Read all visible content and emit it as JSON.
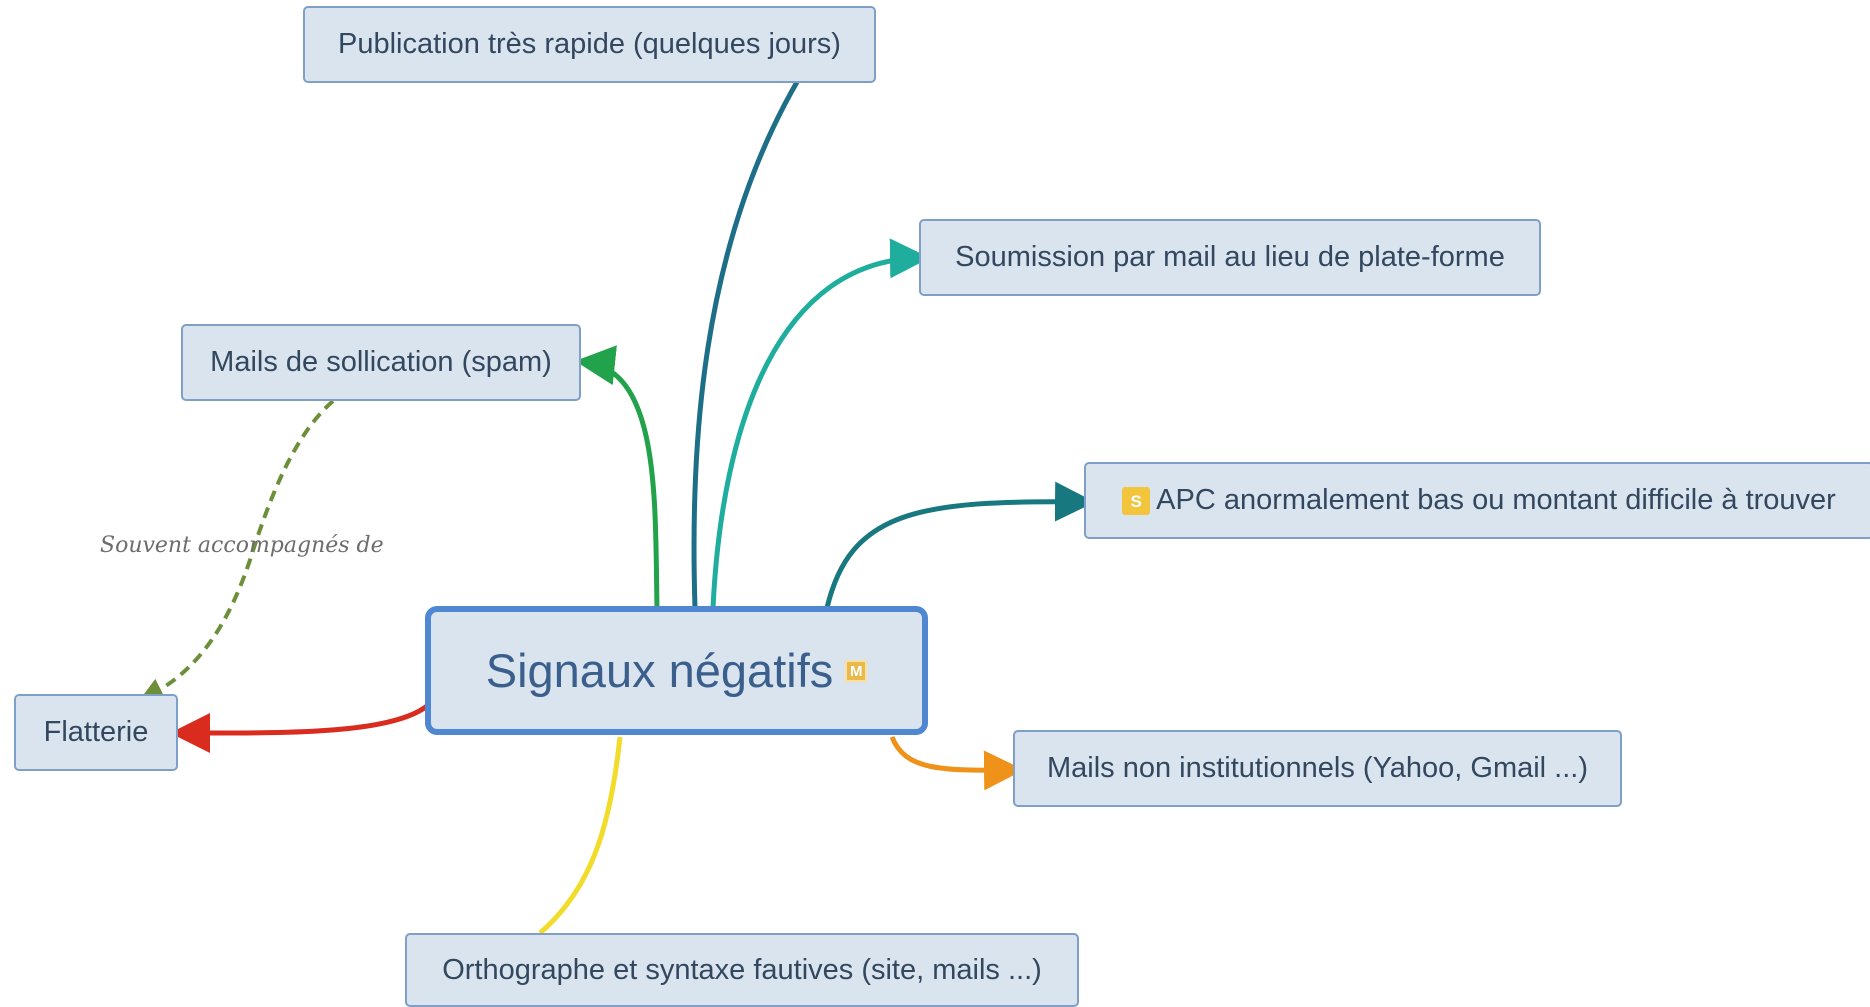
{
  "central": {
    "label": "Signaux négatifs",
    "marker": "M"
  },
  "topics": [
    {
      "id": "publication",
      "label": "Publication très rapide (quelques jours)"
    },
    {
      "id": "soumission",
      "label": "Soumission par mail au lieu de plate-forme"
    },
    {
      "id": "mails-sollicitation",
      "label": "Mails de sollication (spam)"
    },
    {
      "id": "apc",
      "label": "APC anormalement bas ou montant difficile à trouver",
      "marker": "S"
    },
    {
      "id": "flatterie",
      "label": "Flatterie"
    },
    {
      "id": "mails-non-inst",
      "label": "Mails non institutionnels (Yahoo, Gmail ...)"
    },
    {
      "id": "orthographe",
      "label": "Orthographe et syntaxe fautives (site, mails ...)"
    }
  ],
  "relationship": {
    "label": "Souvent accompagnés de"
  },
  "colors": {
    "node_fill": "#d9e4ef",
    "node_border": "#7f9fc7",
    "central_border": "#4f87d0",
    "publication_link": "#1c6f86",
    "soumission_link": "#1fae9e",
    "mails_sollicitation_link": "#22a24a",
    "apc_link": "#187880",
    "flatterie_link": "#d92b1e",
    "mails_non_inst_link": "#ee9219",
    "orthographe_link": "#f2dc2a",
    "relationship_link": "#6d8f3a"
  }
}
